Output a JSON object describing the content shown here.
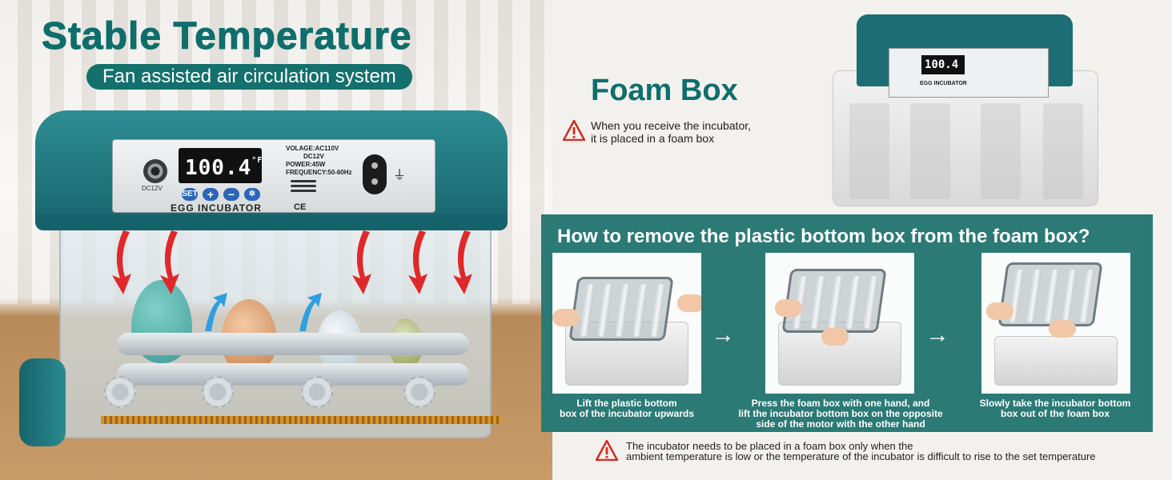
{
  "left": {
    "title": "Stable Temperature",
    "subtitle": "Fan assisted air circulation system",
    "panel": {
      "display_value": "100.4",
      "display_unit": "°F",
      "dc_label": "DC12V",
      "brand_label": "EGG INCUBATOR",
      "spec_voltage": "VOLAGE:AC110V",
      "spec_dc": "DC12V",
      "spec_power": "POWER:45W",
      "spec_frequency": "FREQUENCY:50-60Hz",
      "btn_set": "SET",
      "btn_plus": "+",
      "btn_minus": "−",
      "cert_marks": "CE"
    }
  },
  "foam": {
    "title": "Foam Box",
    "note_line1": "When you receive the incubator,",
    "note_line2": "it is placed in a foam box",
    "mini_display": "100.4",
    "mini_label": "EGG INCUBATOR"
  },
  "how": {
    "title": "How to remove the plastic bottom box from the foam box?",
    "steps": [
      {
        "line1": "Lift the plastic bottom",
        "line2": "box of the incubator upwards",
        "line3": ""
      },
      {
        "line1": "Press the foam box with one hand, and",
        "line2": "lift the incubator bottom box on the opposite",
        "line3": "side of the motor with the other hand"
      },
      {
        "line1": "Slowly take the incubator bottom",
        "line2": "box out of the foam box",
        "line3": ""
      }
    ]
  },
  "bottom_note": {
    "line1": "The incubator needs to be placed in a foam box only when the",
    "line2": "ambient temperature is low or the temperature of the incubator is difficult to rise to the set temperature"
  },
  "colors": {
    "brand_teal": "#0f6e6b",
    "panel_teal": "#2b7a76",
    "warning_red": "#d62a1f"
  }
}
